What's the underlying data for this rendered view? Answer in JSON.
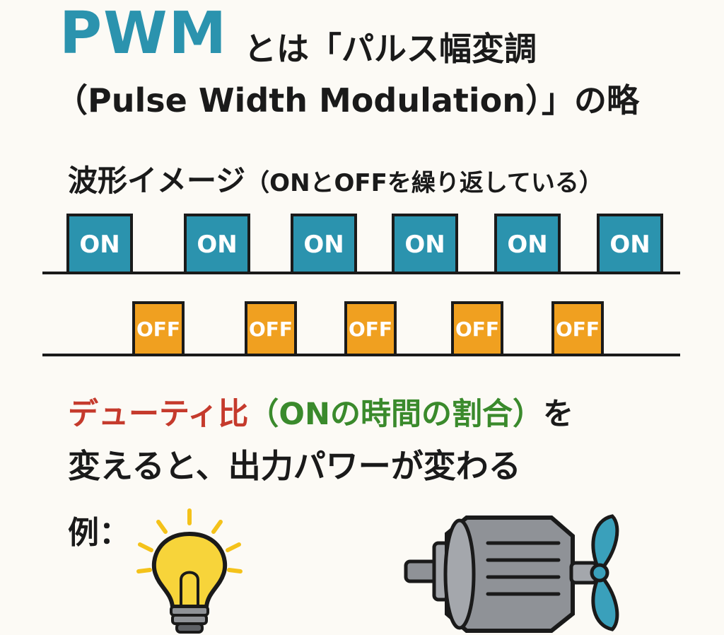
{
  "title": {
    "abbr": "PWM",
    "rest": "とは「パルス幅変調",
    "line2": "（Pulse Width Modulation）」の略"
  },
  "waveform": {
    "heading": "波形イメージ",
    "heading_note": "（ONとOFFを繰り返している）",
    "on_label": "ON",
    "off_label": "OFF",
    "on_pulses": [
      "ON",
      "ON",
      "ON",
      "ON",
      "ON",
      "ON"
    ],
    "off_pulses": [
      "OFF",
      "OFF",
      "OFF",
      "OFF",
      "OFF"
    ]
  },
  "duty": {
    "term": "デューティ比",
    "definition": "（ONの時間の割合）",
    "particle": "を",
    "line2": "変えると、出力パワーが変わる"
  },
  "example": {
    "label": "例：",
    "items": [
      "light-bulb-icon",
      "motor-with-fan-icon"
    ]
  },
  "colors": {
    "on": "#2b93ae",
    "off": "#f0a020",
    "title_accent": "#2b93ae",
    "duty_term": "#c53a2c",
    "duty_definition": "#3a8a2c",
    "bulb": "#f7d43a",
    "motor": "#8f9297",
    "fan": "#3aa0bb"
  }
}
